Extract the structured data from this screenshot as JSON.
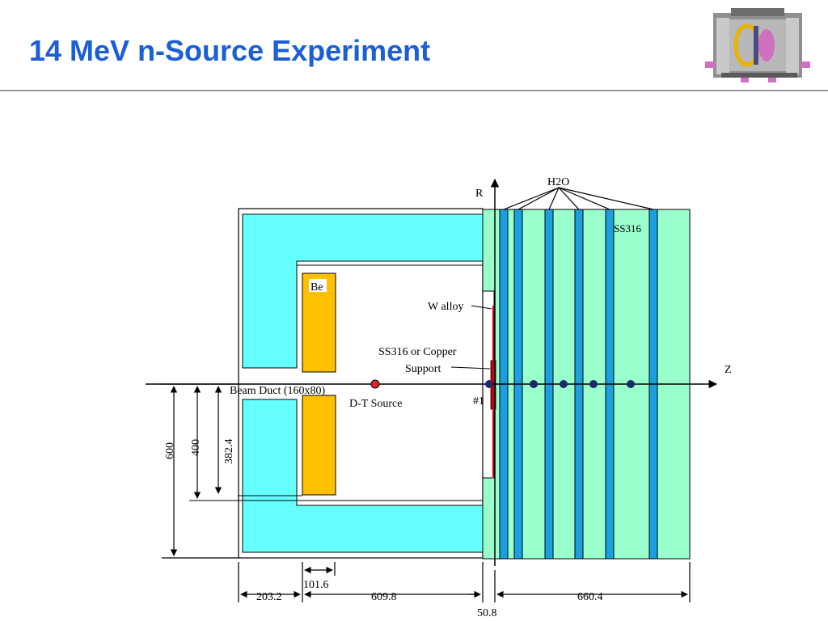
{
  "slide": {
    "title": "14 MeV n-Source Experiment"
  },
  "logo": {
    "icon": "tokamak-cutaway-icon"
  },
  "diagram": {
    "labels": {
      "axis_r": "R",
      "axis_z": "Z",
      "h2o": "H2O",
      "ss316": "SS316",
      "be": "Be",
      "w_alloy": "W alloy",
      "support_line1": "SS316 or Copper",
      "support_line2": "Support",
      "beam_duct": "Beam Duct (160x80)",
      "dt_source": "D-T Source",
      "detector_1": "#1"
    },
    "dimensions": {
      "d600": "600",
      "d400": "400",
      "d382": "382.4",
      "d203": "203.2",
      "d101": "101.6",
      "d609": "609.8",
      "d660": "660.4",
      "d50": "50.8"
    },
    "colors": {
      "shield": "#66ffff",
      "beryllium": "#ffc000",
      "blanket": "#99ffcc",
      "water": "#1a9fe0",
      "tungsten": "#cc0000",
      "source": "#e0282a",
      "detector": "#1a2a6a"
    }
  }
}
